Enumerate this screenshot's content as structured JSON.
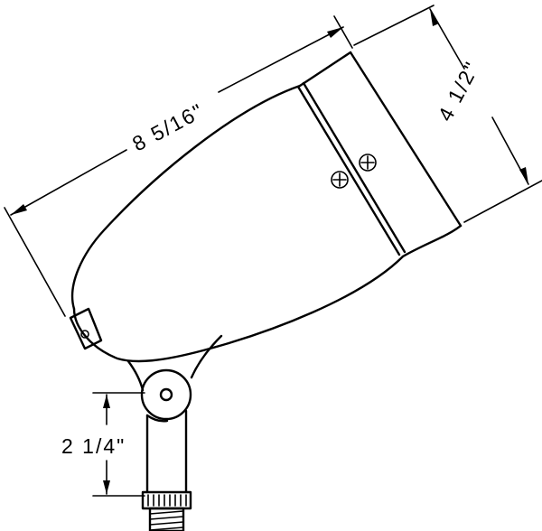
{
  "dimensions": {
    "length": "8 5/16\"",
    "diameter": "4 1/2\"",
    "stake_height": "2 1/4\""
  }
}
